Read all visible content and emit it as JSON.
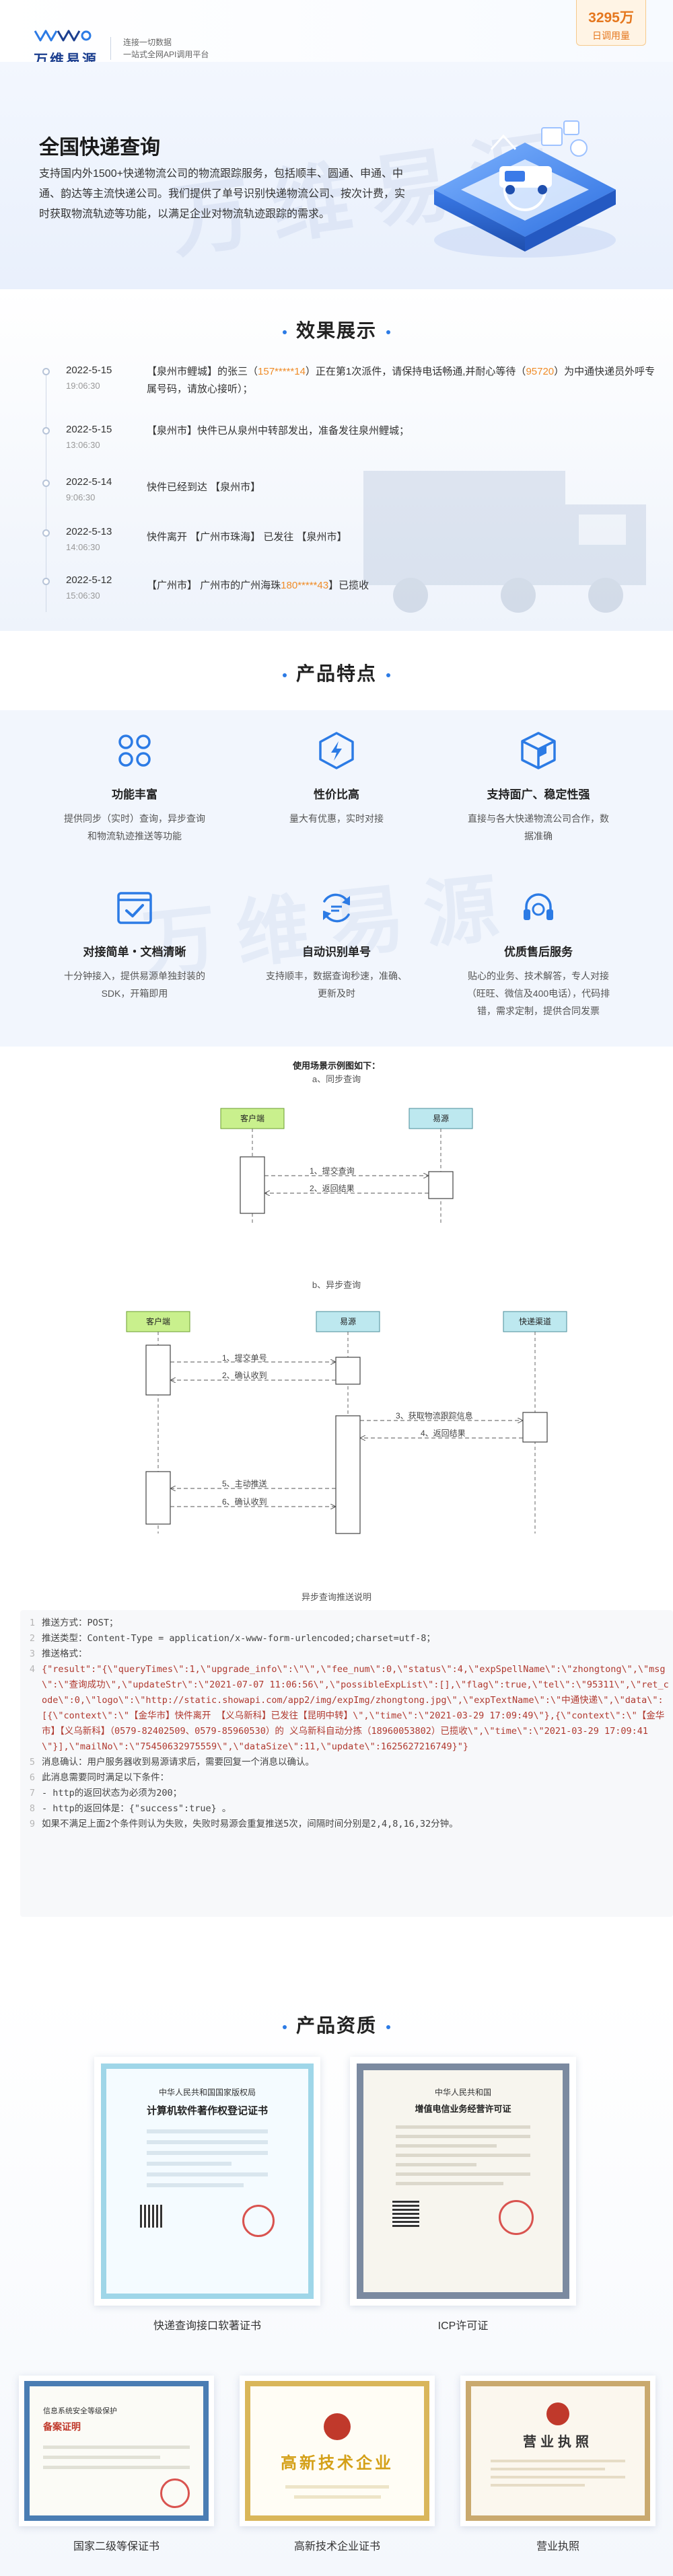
{
  "header": {
    "brand_name": "万维易源",
    "tagline_1": "连接一切数据",
    "tagline_2": "一站式全网API调用平台",
    "badge_number": "3295万",
    "badge_label": "日调用量",
    "brand_color": "#1c3f8f",
    "accent_color": "#2c7be5"
  },
  "hero": {
    "title": "全国快递查询",
    "description": "支持国内外1500+快递物流公司的物流跟踪服务，包括顺丰、圆通、申通、中通、韵达等主流快递公司。我们提供了单号识别快递物流公司、按次计费，实时获取物流轨迹等功能，以满足企业对物流轨迹跟踪的需求。",
    "watermark": "万维易源"
  },
  "effect": {
    "title": "效果展示",
    "items": [
      {
        "date": "2022-5-15",
        "time": "19:06:30",
        "text_a": "【泉州市鲤城】的张三（",
        "phone": "157*****14",
        "text_b": "）正在第1次派件，请保持电话畅通,并耐心等待（",
        "hotline": "95720",
        "text_c": "）为中通快递员外呼专属号码，请放心接听）；"
      },
      {
        "date": "2022-5-15",
        "time": "13:06:30",
        "text_a": "【泉州市】快件已从泉州中转部发出，准备发往泉州鲤城；",
        "phone": "",
        "text_b": "",
        "hotline": "",
        "text_c": ""
      },
      {
        "date": "2022-5-14",
        "time": "9:06:30",
        "text_a": "快件已经到达 【泉州市】",
        "phone": "",
        "text_b": "",
        "hotline": "",
        "text_c": ""
      },
      {
        "date": "2022-5-13",
        "time": "14:06:30",
        "text_a": "快件离开 【广州市珠海】 已发往 【泉州市】",
        "phone": "",
        "text_b": "",
        "hotline": "",
        "text_c": ""
      },
      {
        "date": "2022-5-12",
        "time": "15:06:30",
        "text_a": "【广州市】 广州市的广州海珠",
        "phone": "180*****43",
        "text_b": "】已揽收",
        "hotline": "",
        "text_c": ""
      }
    ]
  },
  "features": {
    "title": "产品特点",
    "watermark": "万维易源",
    "items": [
      {
        "icon": "grid-icon",
        "name": "功能丰富",
        "desc": "提供同步（实时）查询，异步查询和物流轨迹推送等功能"
      },
      {
        "icon": "lightning-icon",
        "name": "性价比高",
        "desc": "量大有优惠，实时对接"
      },
      {
        "icon": "cube-icon",
        "name": "支持面广、稳定性强",
        "desc": "直接与各大快递物流公司合作，数据准确"
      },
      {
        "icon": "check-window-icon",
        "name": "对接简单・文档清晰",
        "desc": "十分钟接入，提供易源单独封装的SDK，开箱即用"
      },
      {
        "icon": "refresh-icon",
        "name": "自动识别单号",
        "desc": "支持顺丰，数据查询秒速，准确、更新及时"
      },
      {
        "icon": "headset-icon",
        "name": "优质售后服务",
        "desc": "贴心的业务、技术解答，专人对接（旺旺、微信及400电话），代码排错，需求定制，提供合同发票"
      }
    ]
  },
  "diagram": {
    "main_caption": "使用场景示例图如下：",
    "sync_caption": "a、同步查询",
    "async_caption": "b、异步查询",
    "push_caption": "异步查询推送说明",
    "client": "客户端",
    "yiyuan": "易源",
    "courier": "快递渠道",
    "sync_msgs": [
      "1、提交查询",
      "2、返回结果"
    ],
    "async_msgs": [
      "1、提交单号",
      "2、确认收到",
      "3、获取物流跟踪信息",
      "4、返回结果",
      "5、主动推送",
      "6、确认收到"
    ]
  },
  "code": {
    "lines": [
      {
        "n": "1",
        "t": "推送方式：POST；"
      },
      {
        "n": "2",
        "t": "推送类型：Content-Type = application/x-www-form-urlencoded;charset=utf-8；"
      },
      {
        "n": "3",
        "t": "推送格式："
      },
      {
        "n": "4",
        "t": "{\"result\":\"{\\\"queryTimes\\\":1,\\\"upgrade_info\\\":\\\"\\\",\\\"fee_num\\\":0,\\\"status\\\":4,\\\"expSpellName\\\":\\\"zhongtong\\\",\\\"msg\\\":\\\"查询成功\\\",\\\"updateStr\\\":\\\"2021-07-07 11:06:56\\\",\\\"possibleExpList\\\":[],\\\"flag\\\":true,\\\"tel\\\":\\\"95311\\\",\\\"ret_code\\\":0,\\\"logo\\\":\\\"http://static.showapi.com/app2/img/expImg/zhongtong.jpg\\\",\\\"expTextName\\\":\\\"中通快递\\\",\\\"data\\\":[{\\\"context\\\":\\\"【金华市】快件离开 【义乌新科】已发往【昆明中转】\\\",\\\"time\\\":\\\"2021-03-29 17:09:49\\\"},{\\\"context\\\":\\\"【金华市】【义乌新科】（0579-82402509、0579-85960530）的 义乌新科自动分拣（18960053802）已揽收\\\",\\\"time\\\":\\\"2021-03-29 17:09:41\\\"}],\\\"mailNo\\\":\\\"75450632975559\\\",\\\"dataSize\\\":11,\\\"update\\\":1625627216749}\"}"
      },
      {
        "n": "5",
        "t": "消息确认：用户服务器收到易源请求后，需要回复一个消息以确认。"
      },
      {
        "n": "6",
        "t": "此消息需要同时满足以下条件："
      },
      {
        "n": "7",
        "t": "- http的返回状态为必须为200；"
      },
      {
        "n": "8",
        "t": "- http的返回体是：{\"success\":true} 。"
      },
      {
        "n": "9",
        "t": "如果不满足上面2个条件则认为失败，失败时易源会重复推送5次，间隔时间分别是2,4,8,16,32分钟。"
      }
    ]
  },
  "certs": {
    "title": "产品资质",
    "items": [
      {
        "caption": "快递查询接口软著证书",
        "heading": "中华人民共和国国家版权局",
        "subheading": "计算机软件著作权登记证书"
      },
      {
        "caption": "ICP许可证",
        "heading": "中华人民共和国",
        "subheading": "增值电信业务经营许可证"
      },
      {
        "caption": "国家二级等保证书",
        "heading": "信息系统安全等级保护",
        "subheading": "备案证明"
      },
      {
        "caption": "高新技术企业证书",
        "heading": "高新技术企业",
        "subheading": ""
      },
      {
        "caption": "营业执照",
        "heading": "营业执照",
        "subheading": ""
      }
    ]
  }
}
